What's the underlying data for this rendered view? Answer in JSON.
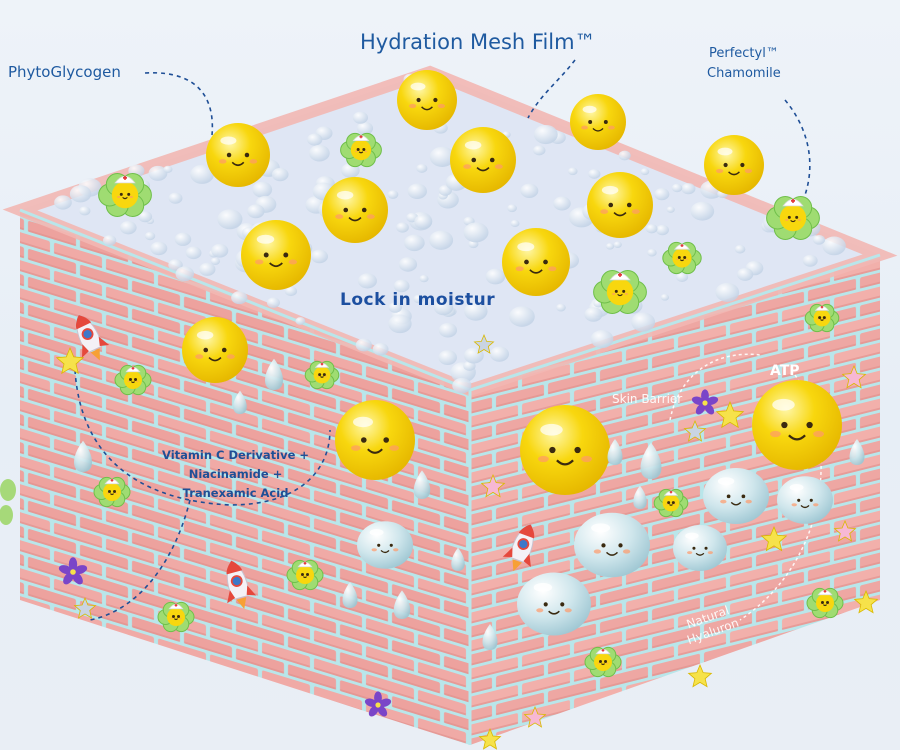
{
  "labels": {
    "title": "Hydration Mesh Film™",
    "phytoglycogen": "PhytoGlycogen",
    "perfectyl": "Perfectyl™\nChamomile",
    "lock": "Lock in moistur",
    "vitamin": "Vitamin C Derivative +\nNiacinamide +\nTranexamic Acid",
    "skin_barrier": "Skin Barrier",
    "atp": "ATP",
    "natural_hyaluron": "Natural\nHyaluron"
  },
  "colors": {
    "label_text": "#1f5aa0",
    "brick": "#f0aaa6",
    "brick_dark": "#e08f8c",
    "mortar": "#b9e6ea",
    "top_film": "#dfe6f4",
    "sphere": "#f8d70e",
    "droplet": "#c7e3ea",
    "flower": "#9fdc72",
    "star": "#f6e24a",
    "violet": "#7a45c8"
  },
  "icons": [
    "smiley-sphere-icon",
    "flower-icon",
    "nurse-droplet-icon",
    "rocket-icon",
    "star-icon",
    "water-drop-icon",
    "violet-flower-icon",
    "smiley-droplet-icon"
  ]
}
